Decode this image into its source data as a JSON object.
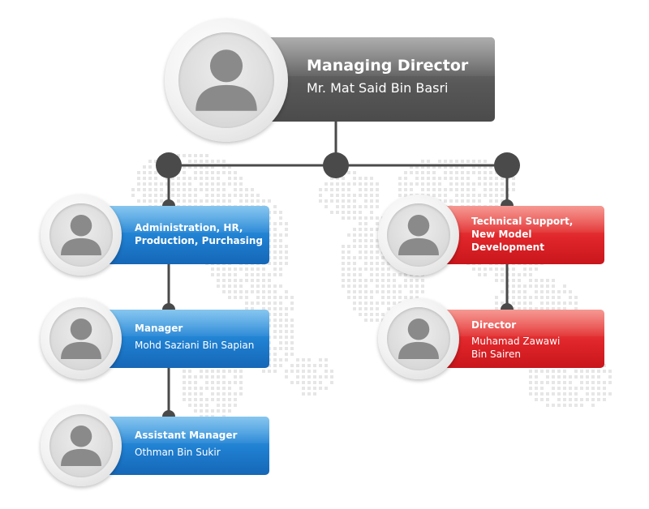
{
  "nodes": {
    "md": {
      "title": "Managing Director",
      "name": "Mr. Mat Said Bin Basri"
    },
    "admin": {
      "title_line1": "Administration, HR,",
      "title_line2": "Production, Purchasing"
    },
    "manager": {
      "title": "Manager",
      "name": "Mohd Saziani Bin Sapian"
    },
    "asst": {
      "title": "Assistant Manager",
      "name": "Othman Bin Sukir"
    },
    "tech": {
      "title_line1": "Technical Support,",
      "title_line2": "New Model",
      "title_line3": "Development"
    },
    "director": {
      "title": "Director",
      "name_line1": "Muhamad Zawawi",
      "name_line2": "Bin Sairen"
    }
  },
  "colors": {
    "blue": "#1f7fd1",
    "red": "#e0262a",
    "gray": "#585858",
    "connector": "#4a4a4a",
    "avatar_figure": "#8a8a8a",
    "map_dots": "#e6e6e6"
  },
  "icons": {
    "avatar": "person-silhouette-icon",
    "junction": "circle-dot-icon"
  }
}
